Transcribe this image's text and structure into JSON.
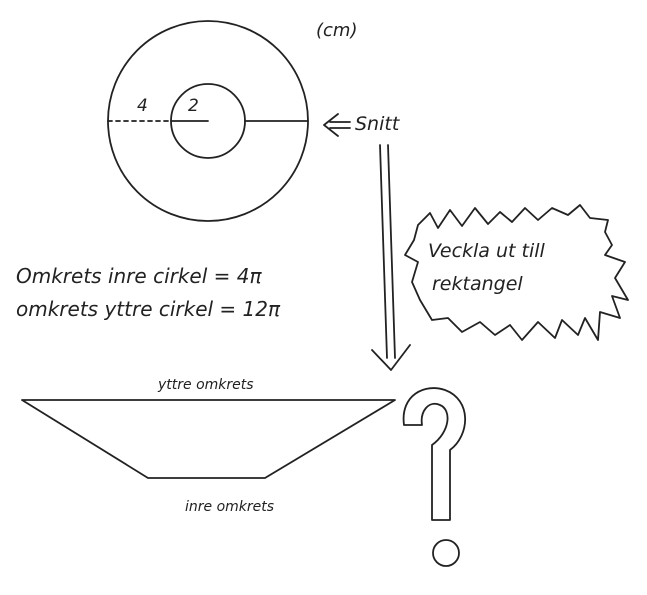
{
  "unit": "(cm)",
  "circle": {
    "outer_label": "4",
    "inner_label": "2",
    "cut_label": "Snitt"
  },
  "cloud": {
    "line1": "Veckla ut till",
    "line2": "rektangel"
  },
  "formulas": {
    "inner": "Omkrets inre cirkel = 4π",
    "outer": "omkrets yttre cirkel = 12π"
  },
  "trapezoid": {
    "top_label": "yttre omkrets",
    "bottom_label": "inre omkrets"
  },
  "question_mark": "?",
  "colors": {
    "ink": "#222222",
    "paper": "#ffffff"
  }
}
